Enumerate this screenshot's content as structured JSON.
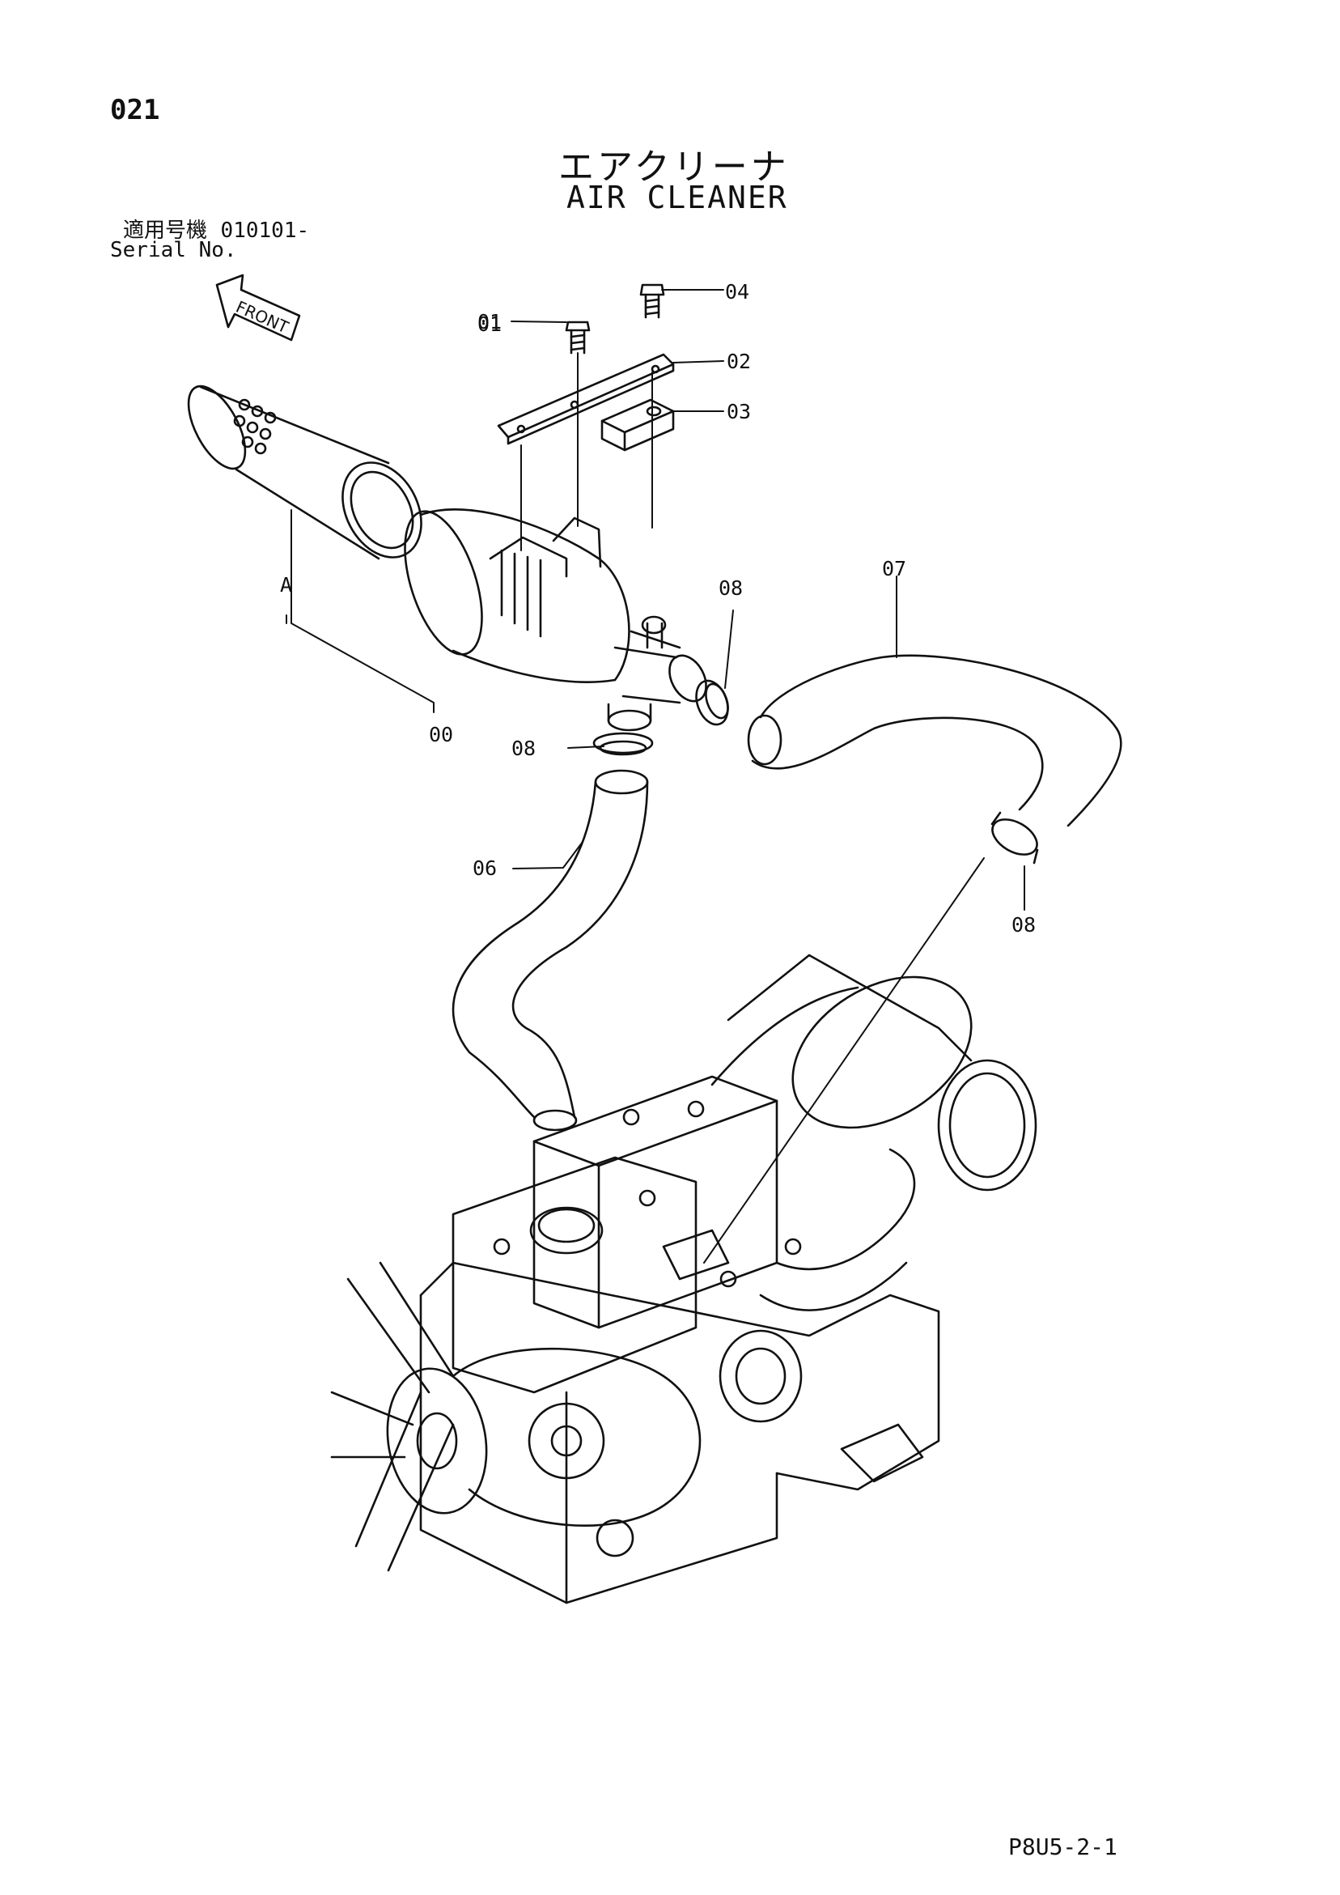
{
  "page": {
    "number": "021",
    "title_jp": "エアクリーナ",
    "title_en": "AIR CLEANER",
    "serial_label_jp": "適用号機",
    "serial_value": "010101-",
    "serial_label_en": "Serial No.",
    "front_label": "FRONT",
    "footer_code": "P8U5-2-1"
  },
  "callouts": {
    "c00": "00",
    "c01": "01",
    "c02": "02",
    "c03": "03",
    "c04": "04",
    "c06": "06",
    "c07": "07",
    "c08_top": "08",
    "c08_left": "08",
    "c08_right": "08",
    "cA": "A"
  }
}
